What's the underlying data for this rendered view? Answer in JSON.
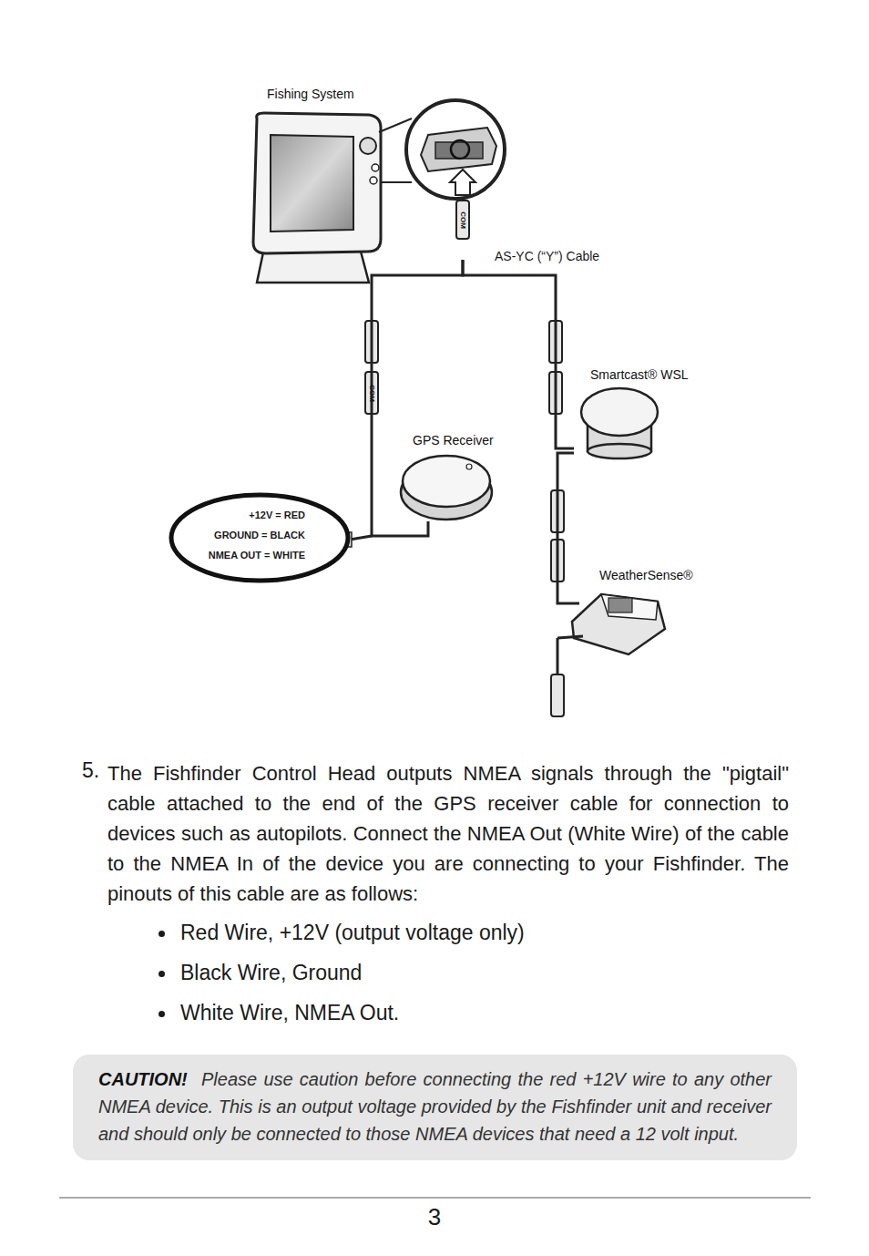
{
  "diagram": {
    "nodes": [
      {
        "text": [
          "Fishing System"
        ]
      },
      {
        "text": [
          "GPS Receiver"
        ]
      },
      {
        "text": [
          "Smartcast® WSL"
        ]
      },
      {
        "text": [
          "WeatherSense®"
        ]
      },
      {
        "text": [
          "+12V = RED",
          "GROUND = BLACK",
          "NMEA OUT = WHITE"
        ]
      },
      {
        "text": [
          "CAUTION!",
          "Please use caution before connecting the red +12V wire to any other NMEA device. This is an output voltage provided by the Fishfinder unit and receiver and should only be connected to those NMEA devices that need a 12 volt input."
        ]
      }
    ],
    "edges": [
      {
        "from": 0,
        "to": 1,
        "arrow": "none"
      },
      {
        "from": 0,
        "to": 2,
        "arrow": "none"
      },
      {
        "from": 2,
        "to": 3,
        "arrow": "none"
      }
    ],
    "labels": [
      "AS-YC (“Y”) Cable",
      "COM",
      "COM",
      "5.",
      "The Fishfinder Control Head outputs NMEA signals through the \"pigtail\" cable attached to the end of the GPS receiver cable for connection to devices such as autopilots. Connect the NMEA Out (White Wire) of the cable to the NMEA In of the device you are connecting to your Fishfinder. The pinouts of this cable are as follows:",
      "Red Wire, +12V (output voltage only)",
      "Black Wire, Ground",
      "White Wire, NMEA Out.",
      "3"
    ]
  }
}
